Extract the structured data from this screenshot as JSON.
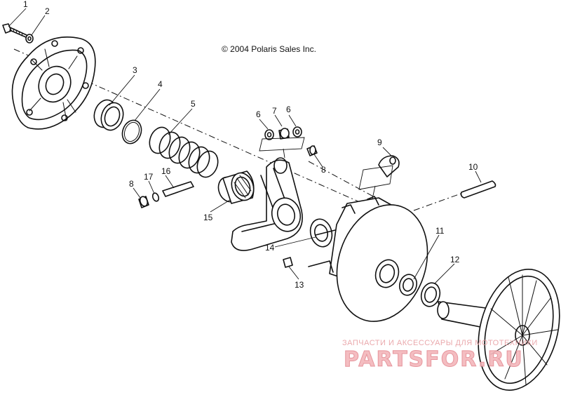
{
  "copyright": "© 2004 Polaris Sales Inc.",
  "watermark": {
    "tagline": "ЗАПЧАСТИ И АКСЕССУАРЫ ДЛЯ МОТОТЕХНИКИ",
    "logo": "PARTSFOR.RU"
  },
  "callouts": [
    {
      "id": "c1",
      "label": "1"
    },
    {
      "id": "c2",
      "label": "2"
    },
    {
      "id": "c3",
      "label": "3"
    },
    {
      "id": "c4",
      "label": "4"
    },
    {
      "id": "c5",
      "label": "5"
    },
    {
      "id": "c6a",
      "label": "6"
    },
    {
      "id": "c7",
      "label": "7"
    },
    {
      "id": "c6b",
      "label": "6"
    },
    {
      "id": "c8a",
      "label": "8"
    },
    {
      "id": "c9",
      "label": "9"
    },
    {
      "id": "c10",
      "label": "10"
    },
    {
      "id": "c8b",
      "label": "8"
    },
    {
      "id": "c17",
      "label": "17"
    },
    {
      "id": "c16",
      "label": "16"
    },
    {
      "id": "c15",
      "label": "15"
    },
    {
      "id": "c11",
      "label": "11"
    },
    {
      "id": "c12",
      "label": "12"
    },
    {
      "id": "c14",
      "label": "14"
    },
    {
      "id": "c13",
      "label": "13"
    }
  ]
}
